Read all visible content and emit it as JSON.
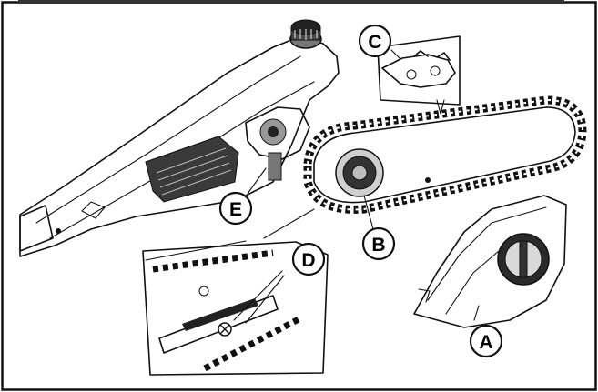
{
  "callouts": {
    "A": "A",
    "B": "B",
    "C": "C",
    "D": "D",
    "E": "E"
  },
  "colors": {
    "ink": "#111111",
    "background": "#ffffff",
    "shade_dark": "#3a3a3a",
    "shade_light": "#d9d9d9"
  }
}
